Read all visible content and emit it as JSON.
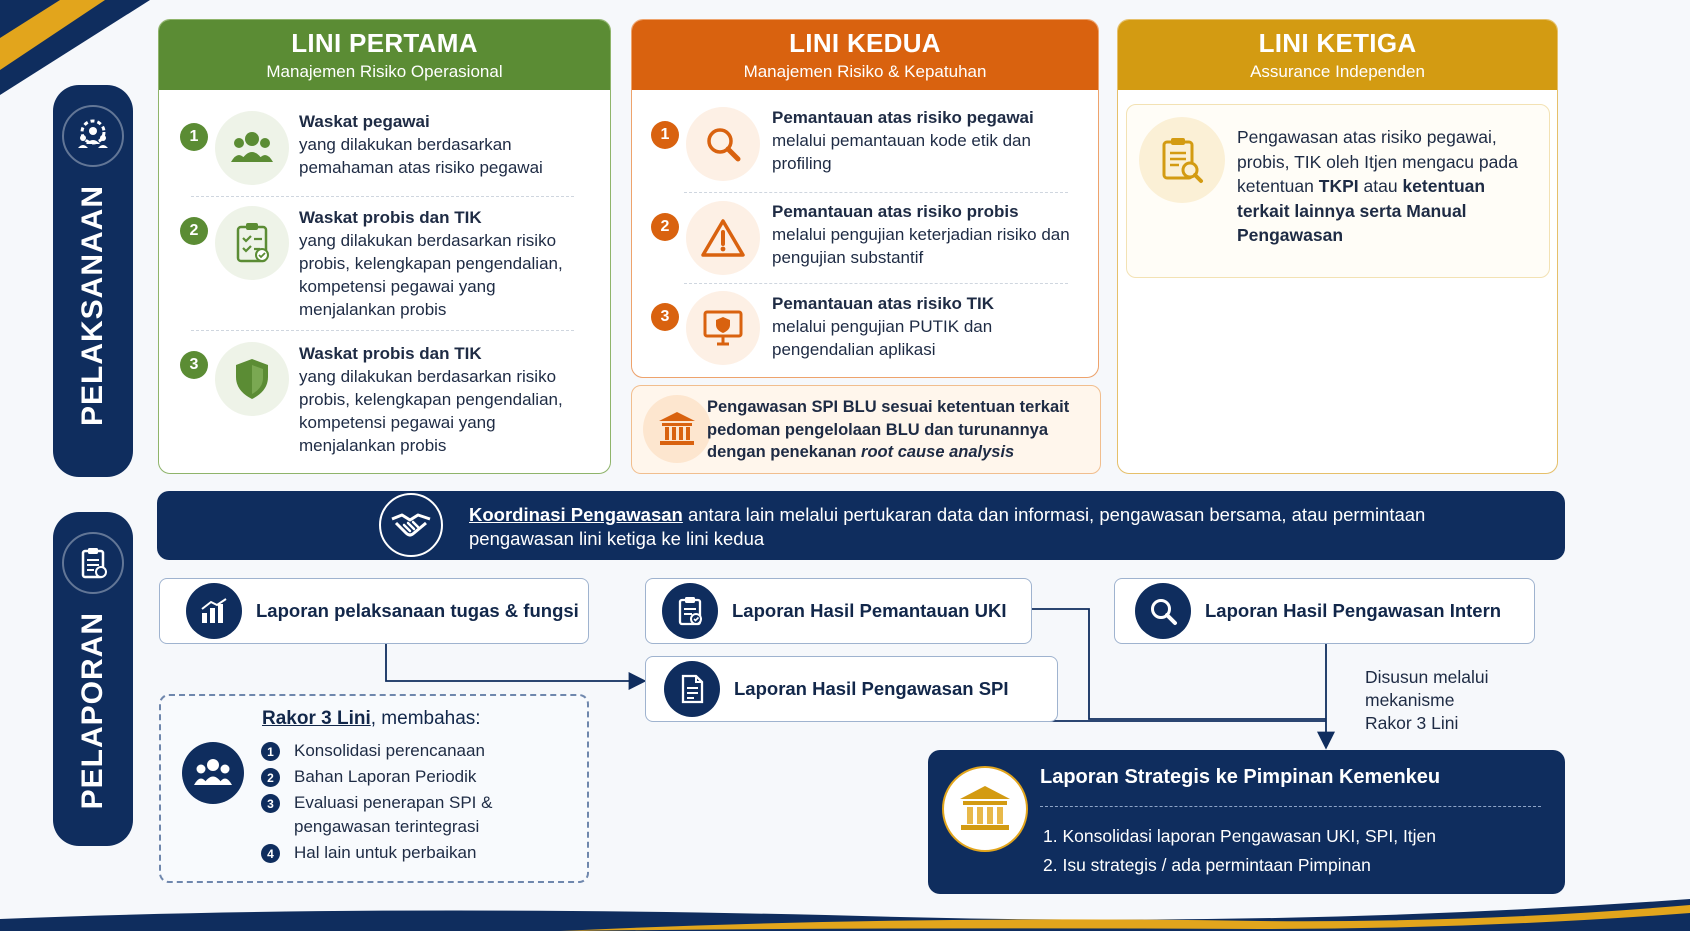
{
  "colors": {
    "navy": "#0f2d5e",
    "green": "#5b8c34",
    "orange": "#d9620f",
    "gold": "#d39b12"
  },
  "side": {
    "pelaksanaan": "PELAKSANAAN",
    "pelaporan": "PELAPORAN"
  },
  "lini1": {
    "title": "LINI PERTAMA",
    "subtitle": "Manajemen Risiko Operasional",
    "items": [
      {
        "num": "1",
        "icon": "people-icon",
        "title": "Waskat pegawai",
        "body": "yang dilakukan berdasarkan pemahaman atas risiko pegawai"
      },
      {
        "num": "2",
        "icon": "checklist-icon",
        "title": "Waskat probis dan TIK",
        "body": "yang dilakukan berdasarkan risiko probis, kelengkapan pengendalian, kompetensi pegawai yang menjalankan probis"
      },
      {
        "num": "3",
        "icon": "shield-icon",
        "title": "Waskat probis dan TIK",
        "body": "yang dilakukan berdasarkan risiko probis, kelengkapan pengendalian, kompetensi pegawai yang menjalankan probis"
      }
    ]
  },
  "lini2": {
    "title": "LINI KEDUA",
    "subtitle": "Manajemen Risiko & Kepatuhan",
    "items": [
      {
        "num": "1",
        "icon": "magnifier-icon",
        "title": "Pemantauan atas risiko pegawai",
        "body": "melalui pemantauan kode etik dan profiling"
      },
      {
        "num": "2",
        "icon": "warning-icon",
        "title": "Pemantauan atas risiko probis",
        "body": "melalui pengujian keterjadian risiko dan pengujian substantif"
      },
      {
        "num": "3",
        "icon": "monitor-shield-icon",
        "title": "Pemantauan atas risiko TIK",
        "body": "melalui pengujian PUTIK dan pengendalian aplikasi"
      }
    ],
    "spi_text": "Pengawasan SPI BLU sesuai ketentuan terkait pedoman pengelolaan BLU dan turunannya dengan penekanan",
    "spi_italic": "root cause analysis"
  },
  "lini3": {
    "title": "LINI KETIGA",
    "subtitle": "Assurance Independen",
    "text_a": "Pengawasan atas risiko pegawai, probis, TIK oleh Itjen mengacu pada ketentuan",
    "text_b": "TKPI",
    "text_c": "atau",
    "text_d": "ketentuan terkait lainnya serta Manual Pengawasan"
  },
  "koordinasi": {
    "bold": "Koordinasi Pengawasan",
    "text": "antara lain melalui pertukaran data dan informasi, pengawasan bersama, atau permintaan pengawasan lini ketiga ke lini kedua"
  },
  "reports": {
    "tugas": "Laporan pelaksanaan tugas & fungsi",
    "uki": "Laporan Hasil Pemantauan UKI",
    "spi": "Laporan Hasil Pengawasan SPI",
    "intern": "Laporan Hasil Pengawasan Intern"
  },
  "disusun": [
    "Disusun melalui",
    "mekanisme",
    "Rakor 3 Lini"
  ],
  "rakor": {
    "title": "Rakor 3 Lini",
    "title_suffix": ", membahas:",
    "items": [
      "Konsolidasi perencanaan",
      "Bahan Laporan Periodik",
      "Evaluasi penerapan SPI & pengawasan terintegrasi",
      "Hal lain untuk perbaikan"
    ]
  },
  "strategis": {
    "title": "Laporan Strategis ke Pimpinan Kemenkeu",
    "items": [
      "1.  Konsolidasi laporan Pengawasan UKI, SPI, Itjen",
      "2.  Isu strategis / ada permintaan Pimpinan"
    ]
  }
}
